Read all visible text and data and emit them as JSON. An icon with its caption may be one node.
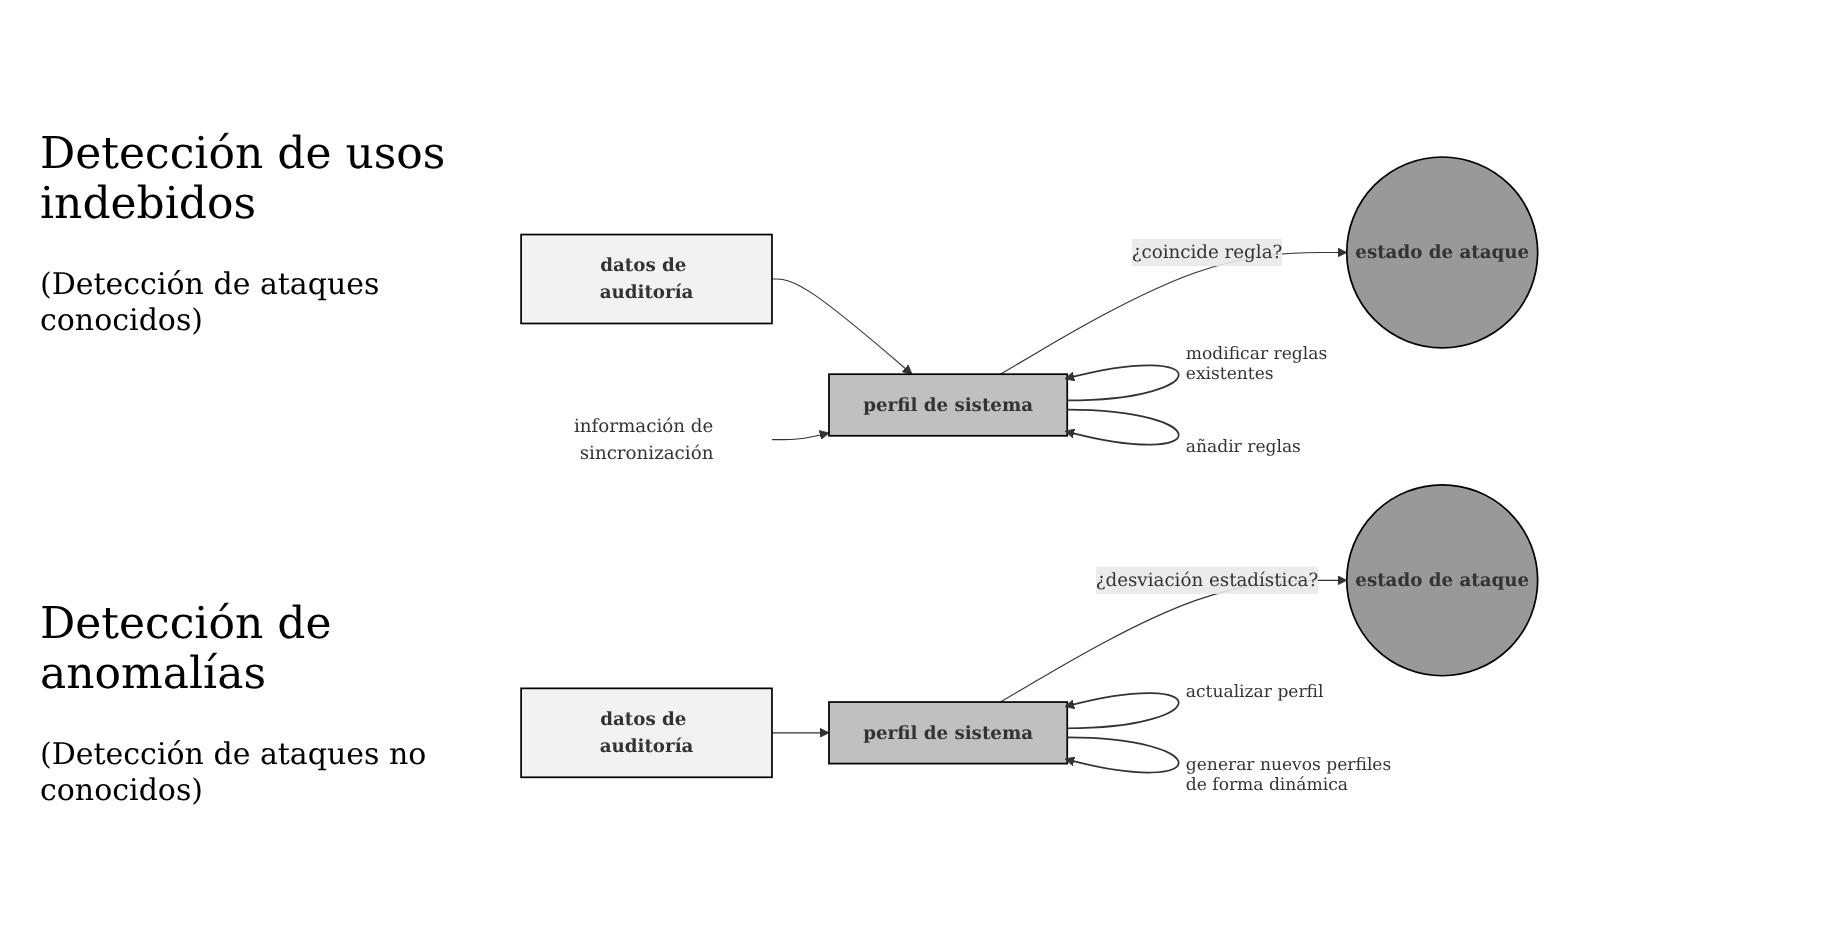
{
  "diagram": {
    "nodes": [
      {
        "text": [
          "datos de auditoría"
        ]
      },
      {
        "text": [
          "perfil de sistema"
        ]
      },
      {
        "text": [
          "estado de ataque"
        ]
      },
      {
        "text": [
          "información de sincronización"
        ]
      },
      {
        "text": [
          "datos de auditoría"
        ]
      },
      {
        "text": [
          "perfil de sistema"
        ]
      },
      {
        "text": [
          "estado de ataque"
        ]
      }
    ],
    "edges": [
      {
        "from": 0,
        "to": 1,
        "arrow": "to"
      },
      {
        "from": 1,
        "to": 2,
        "arrow": "to",
        "label": "¿coincide regla?"
      },
      {
        "from": 1,
        "to": 1,
        "arrow": "to",
        "label": "modificar reglas existentes"
      },
      {
        "from": 1,
        "to": 1,
        "arrow": "to",
        "label": "añadir reglas"
      },
      {
        "from": 3,
        "to": 1,
        "arrow": "to"
      },
      {
        "from": 4,
        "to": 5,
        "arrow": "to"
      },
      {
        "from": 5,
        "to": 6,
        "arrow": "to",
        "label": "¿desviación estadística?"
      },
      {
        "from": 5,
        "to": 5,
        "arrow": "to",
        "label": "actualizar perfil"
      },
      {
        "from": 5,
        "to": 5,
        "arrow": "to",
        "label": "generar nuevos perfiles de forma dinámica"
      }
    ],
    "labels": [
      "Detección de usos indebidos",
      "(Detección de ataques conocidos)",
      "Detección de anomalías",
      "(Detección de ataques no conocidos)"
    ]
  }
}
